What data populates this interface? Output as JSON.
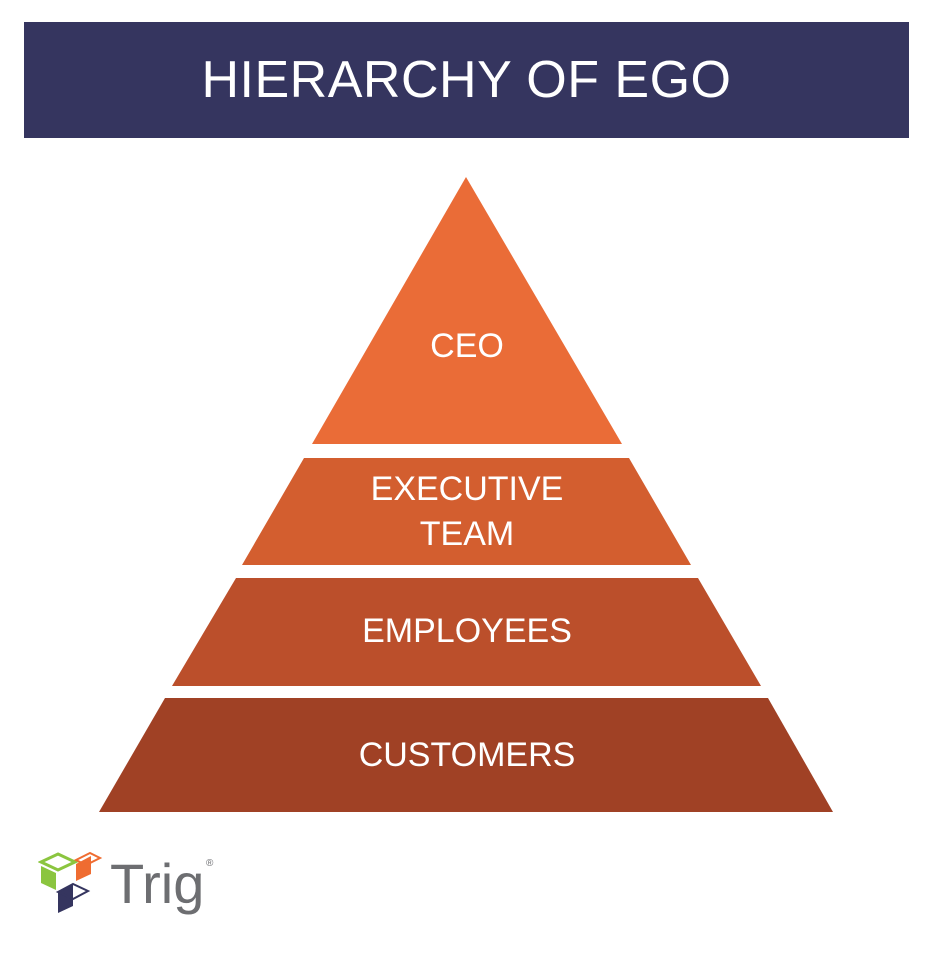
{
  "title": "HIERARCHY OF EGO",
  "colors": {
    "banner": "#35355f",
    "tier_ceo": "#ea6c37",
    "tier_exec": "#d35e2f",
    "tier_employees": "#bb4f2b",
    "tier_customers": "#a04125",
    "logo_green": "#8bc53f",
    "logo_orange": "#ef6c31",
    "logo_navy": "#35355f",
    "logo_text": "#6d6e71"
  },
  "tiers": [
    {
      "lines": [
        "CEO"
      ]
    },
    {
      "lines": [
        "EXECUTIVE",
        "TEAM"
      ]
    },
    {
      "lines": [
        "EMPLOYEES"
      ]
    },
    {
      "lines": [
        "CUSTOMERS"
      ]
    }
  ],
  "logo": {
    "word": "Trig",
    "reg": "®"
  }
}
